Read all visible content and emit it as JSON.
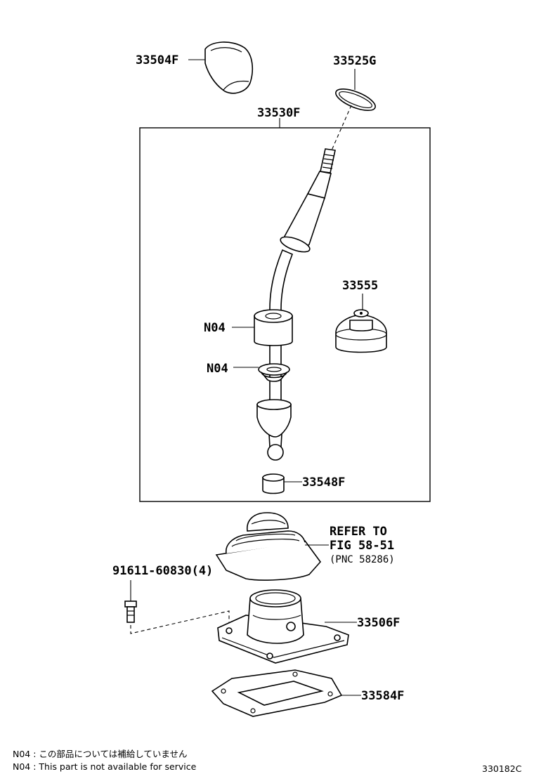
{
  "labels": {
    "knob": "33504F",
    "ring": "33525G",
    "lever_assy": "33530F",
    "retainer": "33555",
    "bushing_upper": "N04",
    "bushing_lower": "N04",
    "seat": "33548F",
    "refer_line1": "REFER TO",
    "refer_line2": "FIG 58-51",
    "refer_line3": "(PNC 58286)",
    "bolt": "91611-60830(4)",
    "housing": "33506F",
    "gasket": "33584F"
  },
  "footnotes": {
    "jp": "N04 : この部品については補給していません",
    "en": "N04 : This part is not available for service"
  },
  "figure_id": "330182C"
}
